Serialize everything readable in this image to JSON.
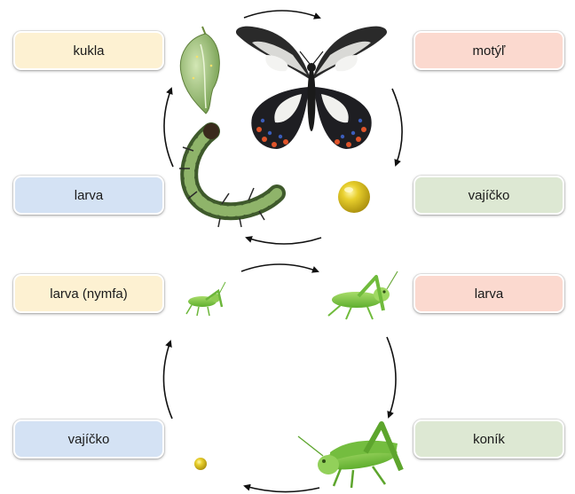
{
  "butterfly_cycle": {
    "pupa_label": "kukla",
    "butterfly_label": "motýľ",
    "larva_label": "larva",
    "egg_label": "vajíčko"
  },
  "grasshopper_cycle": {
    "nymph_label": "larva (nymfa)",
    "larva_label": "larva",
    "egg_label": "vajíčko",
    "adult_label": "koník"
  },
  "colors": {
    "yellow": "#fdf1d2",
    "pink": "#fbd9cf",
    "blue": "#d4e2f4",
    "green": "#dde8d3"
  }
}
